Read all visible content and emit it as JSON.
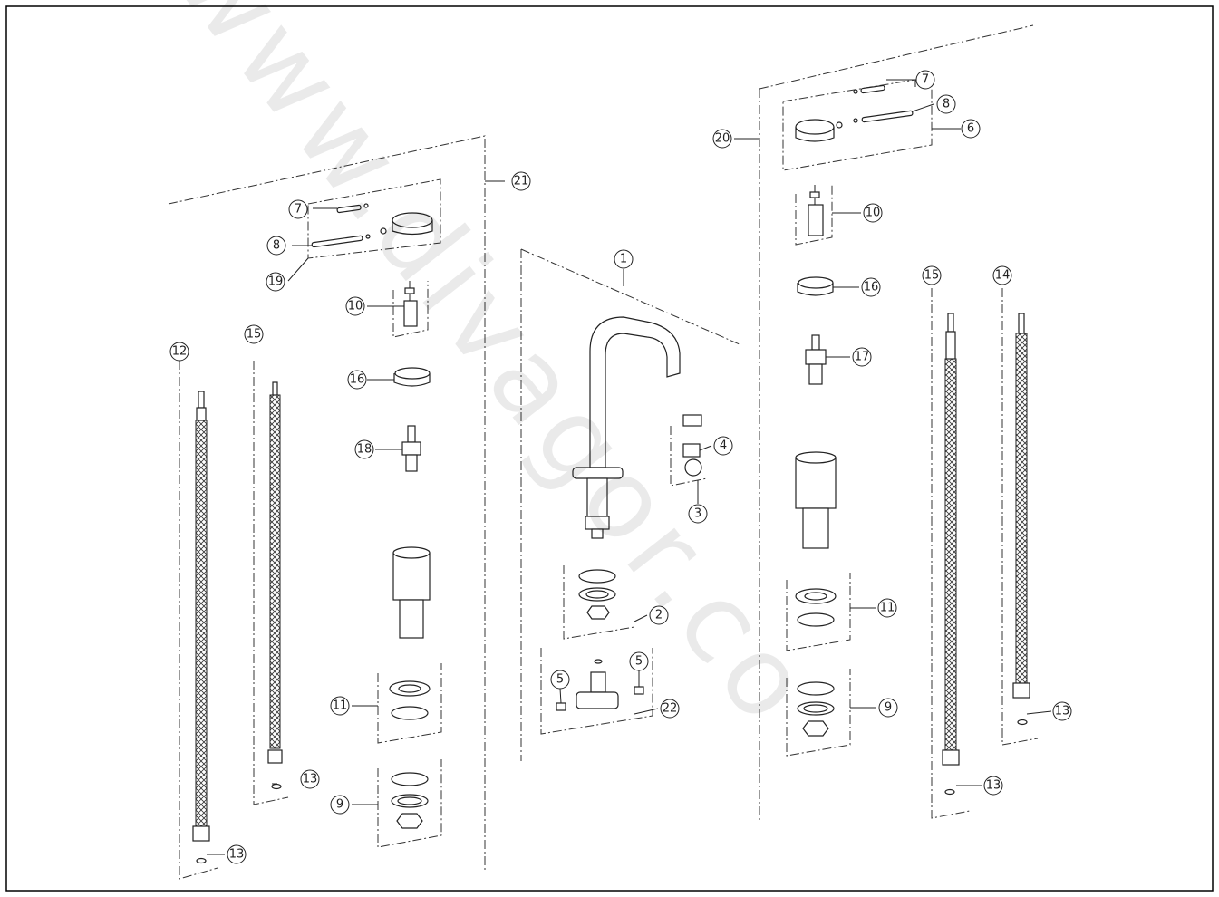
{
  "diagram": {
    "watermark": "www.divagor.co",
    "callouts": [
      {
        "id": "c1",
        "label": "1"
      },
      {
        "id": "c2",
        "label": "2"
      },
      {
        "id": "c3",
        "label": "3"
      },
      {
        "id": "c4",
        "label": "4"
      },
      {
        "id": "c5a",
        "label": "5"
      },
      {
        "id": "c5b",
        "label": "5"
      },
      {
        "id": "c6",
        "label": "6"
      },
      {
        "id": "c7r",
        "label": "7"
      },
      {
        "id": "c8r",
        "label": "8"
      },
      {
        "id": "c7l",
        "label": "7"
      },
      {
        "id": "c8l",
        "label": "8"
      },
      {
        "id": "c9l",
        "label": "9"
      },
      {
        "id": "c9r",
        "label": "9"
      },
      {
        "id": "c10l",
        "label": "10"
      },
      {
        "id": "c10r",
        "label": "10"
      },
      {
        "id": "c11l",
        "label": "11"
      },
      {
        "id": "c11r",
        "label": "11"
      },
      {
        "id": "c12",
        "label": "12"
      },
      {
        "id": "c13a",
        "label": "13"
      },
      {
        "id": "c13b",
        "label": "13"
      },
      {
        "id": "c13c",
        "label": "13"
      },
      {
        "id": "c13d",
        "label": "13"
      },
      {
        "id": "c14",
        "label": "14"
      },
      {
        "id": "c15l",
        "label": "15"
      },
      {
        "id": "c15r",
        "label": "15"
      },
      {
        "id": "c16l",
        "label": "16"
      },
      {
        "id": "c16r",
        "label": "16"
      },
      {
        "id": "c17",
        "label": "17"
      },
      {
        "id": "c18",
        "label": "18"
      },
      {
        "id": "c19",
        "label": "19"
      },
      {
        "id": "c20",
        "label": "20"
      },
      {
        "id": "c21",
        "label": "21"
      },
      {
        "id": "c22",
        "label": "22"
      }
    ]
  }
}
